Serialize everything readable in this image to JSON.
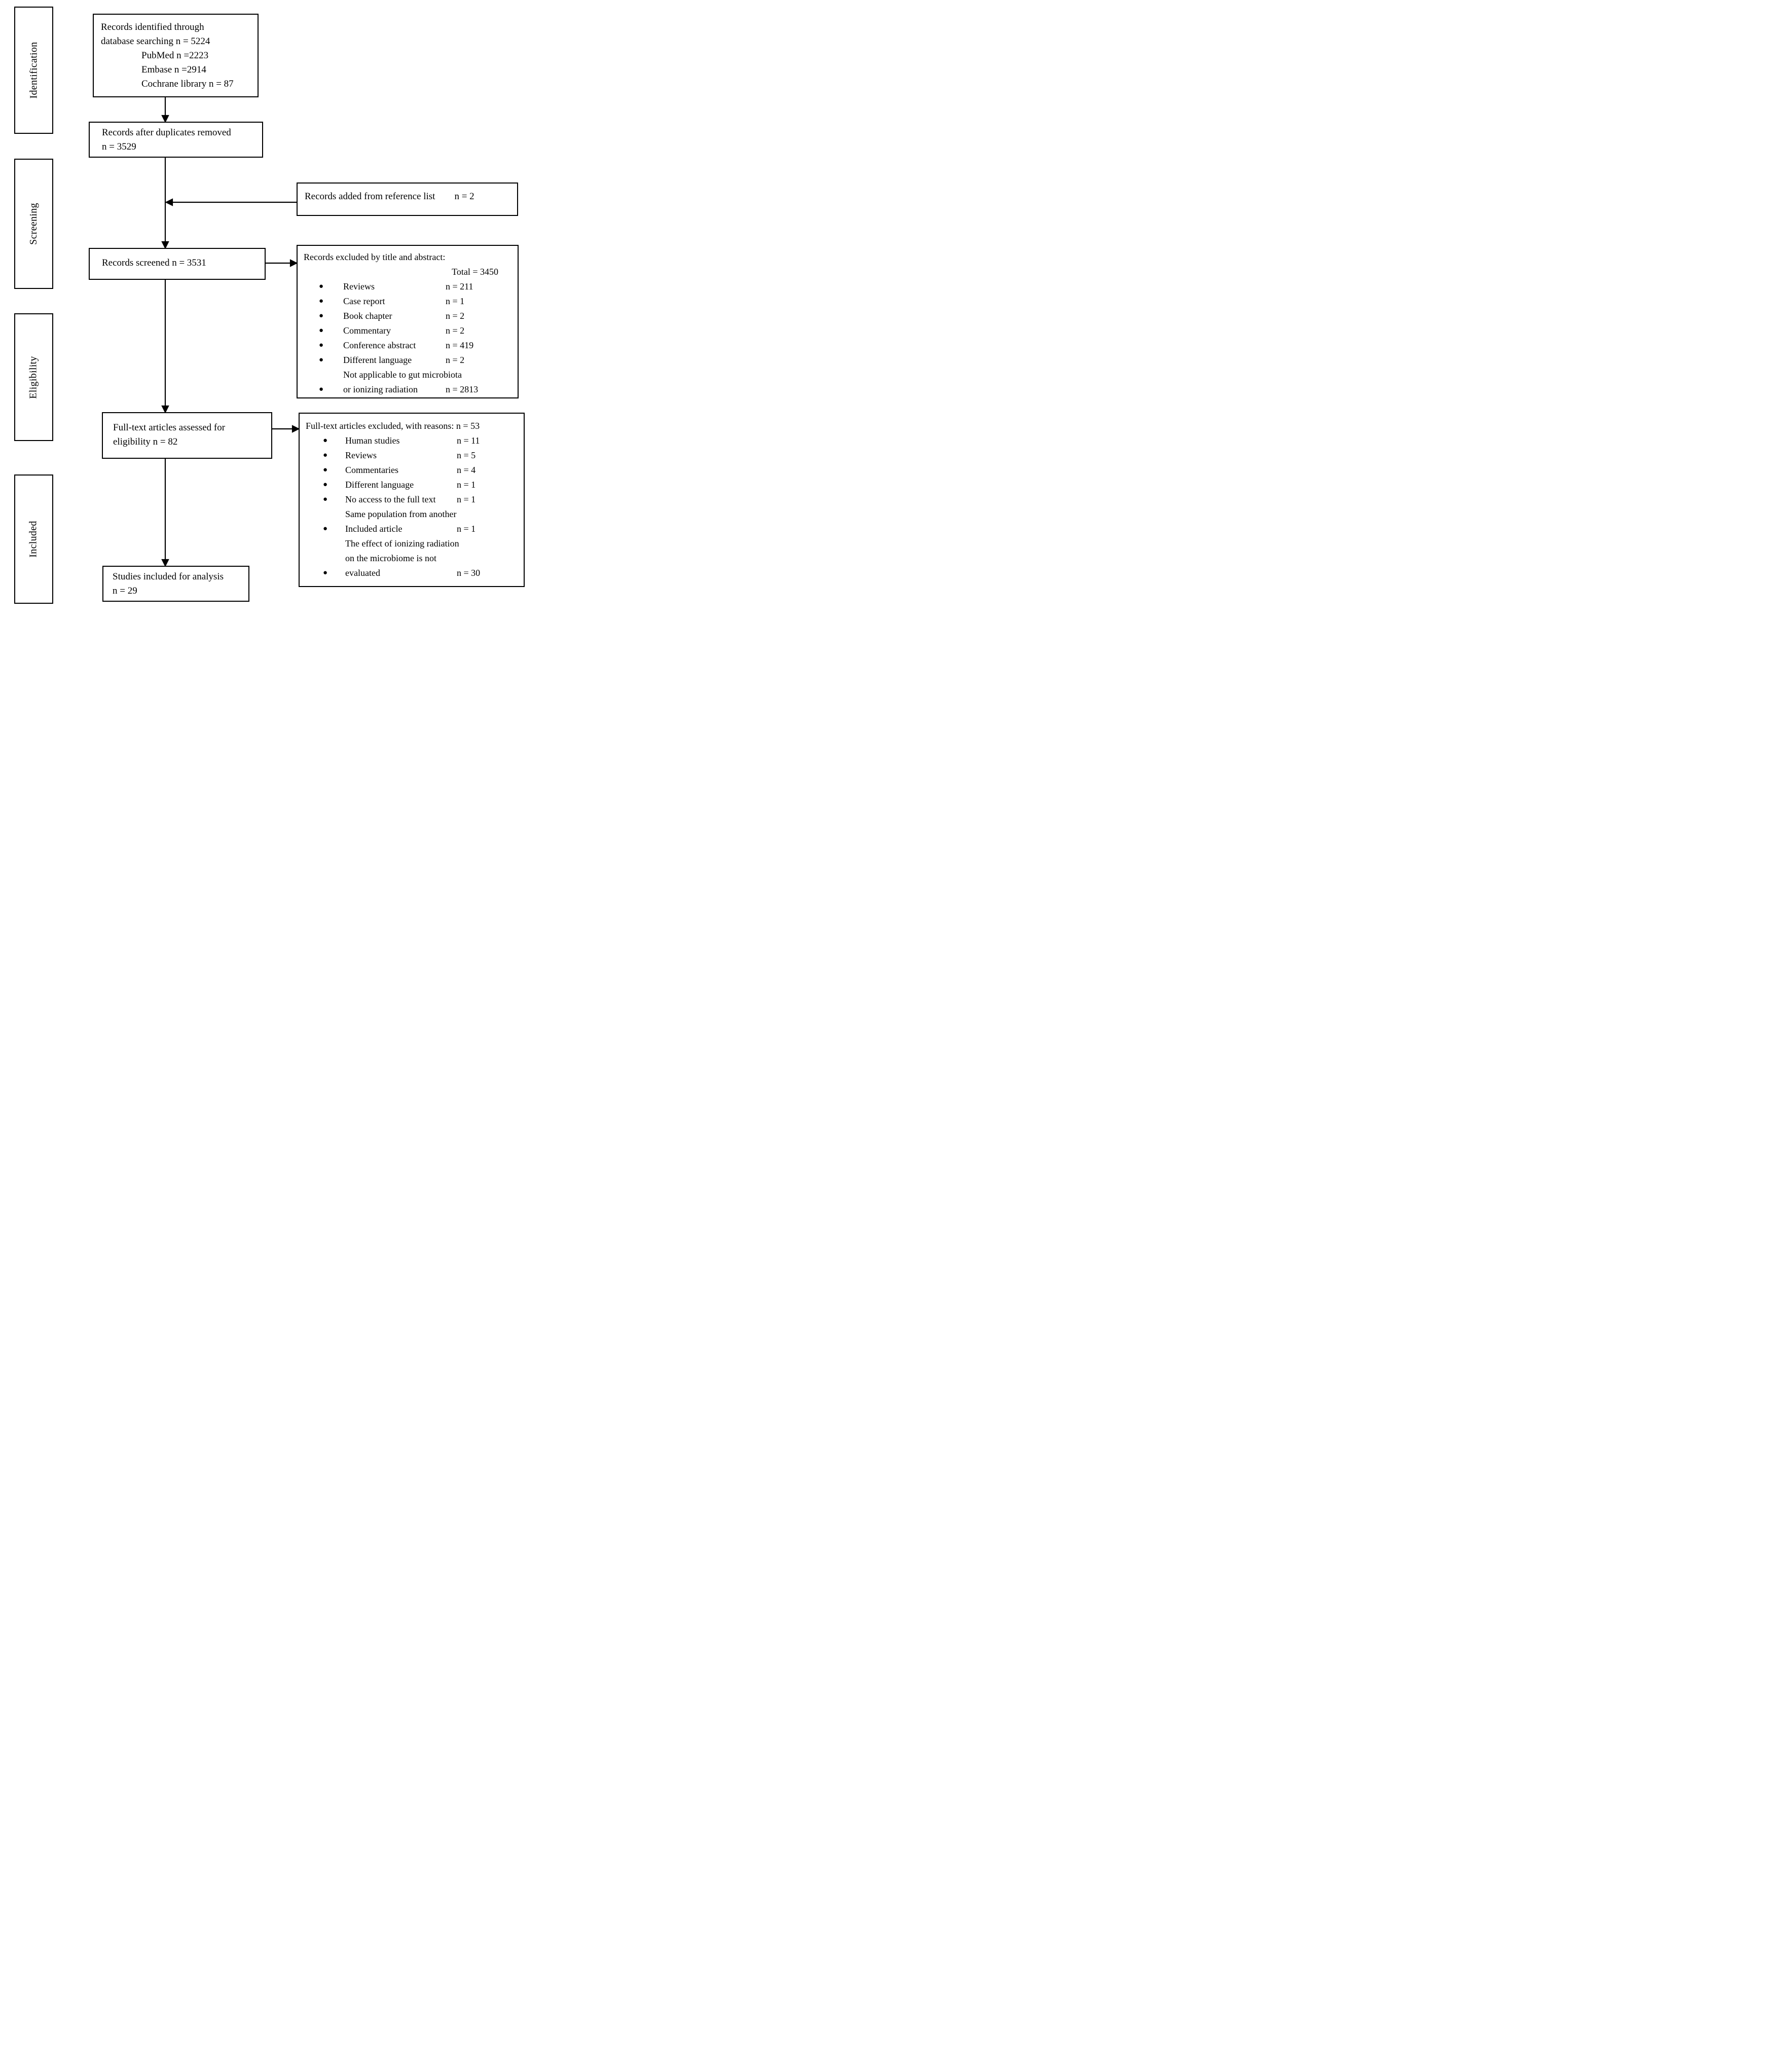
{
  "colors": {
    "stroke": "#000000",
    "background": "#ffffff"
  },
  "stages": {
    "identification": "Identification",
    "screening": "Screening",
    "eligibility": "Eligibility",
    "included": "Included"
  },
  "flow": {
    "identified": {
      "line1": "Records identified through",
      "line2": "database searching n = 5224",
      "sub": [
        "PubMed n =2223",
        "Embase n =2914",
        "Cochrane library n = 87"
      ]
    },
    "duplicates": {
      "line1": "Records after duplicates removed",
      "line2": "n = 3529"
    },
    "screened": {
      "line1": "Records screened n = 3531"
    },
    "fulltext": {
      "line1": "Full-text articles assessed for",
      "line2": "eligibility n = 82"
    },
    "included_studies": {
      "line1": "Studies included for analysis",
      "line2": "n = 29"
    }
  },
  "side": {
    "reference": {
      "label": "Records added from reference list",
      "value": "n = 2"
    },
    "excluded_title_abstract": {
      "header": "Records excluded by title and abstract:",
      "total": "Total = 3450",
      "items": [
        {
          "label": [
            "Reviews"
          ],
          "value": "n = 211"
        },
        {
          "label": [
            "Case report"
          ],
          "value": "n = 1"
        },
        {
          "label": [
            "Book chapter"
          ],
          "value": "n = 2"
        },
        {
          "label": [
            "Commentary"
          ],
          "value": "n = 2"
        },
        {
          "label": [
            "Conference abstract"
          ],
          "value": "n = 419"
        },
        {
          "label": [
            "Different language"
          ],
          "value": "n = 2"
        },
        {
          "label": [
            "Not applicable to gut microbiota",
            "or ionizing radiation"
          ],
          "value": "n = 2813"
        }
      ]
    },
    "excluded_fulltext": {
      "header": "Full-text articles excluded, with reasons: n = 53",
      "items": [
        {
          "label": [
            "Human studies"
          ],
          "value": "n = 11"
        },
        {
          "label": [
            "Reviews"
          ],
          "value": "n = 5"
        },
        {
          "label": [
            "Commentaries"
          ],
          "value": "n = 4"
        },
        {
          "label": [
            "Different language"
          ],
          "value": "n = 1"
        },
        {
          "label": [
            "No access to the full text"
          ],
          "value": "n = 1"
        },
        {
          "label": [
            "Same population from another",
            "Included article"
          ],
          "value": "n = 1"
        },
        {
          "label": [
            "The effect of ionizing radiation",
            "on the microbiome is not",
            "evaluated"
          ],
          "value": "n = 30"
        }
      ]
    }
  }
}
